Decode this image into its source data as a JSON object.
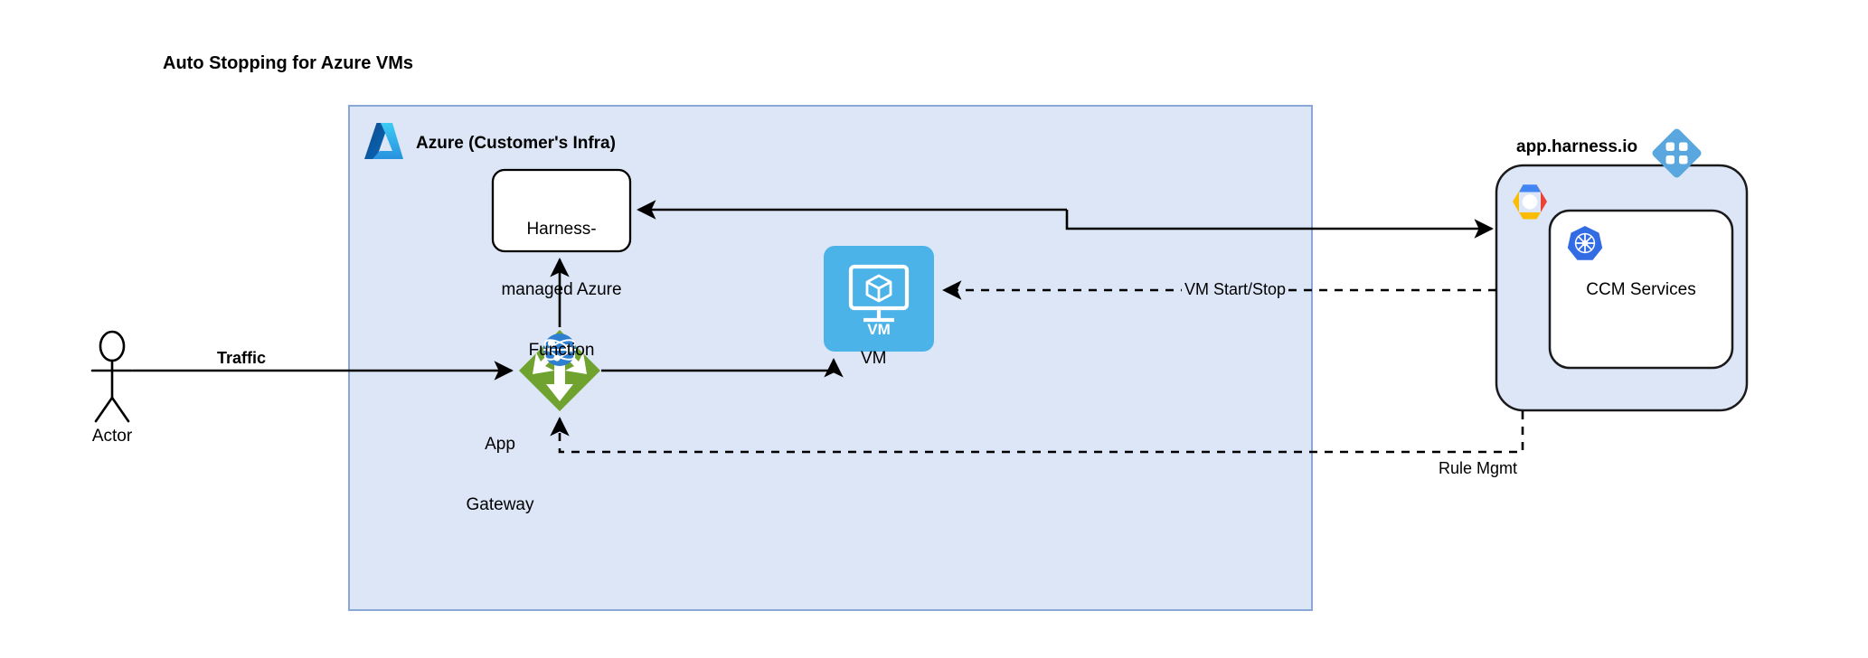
{
  "diagram": {
    "title": "Auto Stopping for Azure VMs",
    "type": "architecture-diagram"
  },
  "groups": {
    "azure": {
      "label": "Azure (Customer's Infra)",
      "icon": "azure-icon",
      "fill": "#dce6f7",
      "stroke": "#8ba7d6"
    },
    "harness": {
      "label": "app.harness.io",
      "icon": "harness-logo-icon",
      "inner_icon": "google-cloud-icon",
      "fill": "#dce6f7",
      "stroke": "#1a1a1a"
    }
  },
  "nodes": {
    "actor": {
      "label": "Actor",
      "icon": "actor-stick-figure-icon"
    },
    "azure_function": {
      "label": "Harness-\nmanaged Azure\nFunction",
      "line1": "Harness-",
      "line2": "managed Azure",
      "line3": "Function"
    },
    "app_gateway": {
      "label": "App\nGateway",
      "line1": "App",
      "line2": "Gateway",
      "icon": "app-gateway-icon",
      "fill": "#6fa22e"
    },
    "vm": {
      "label": "VM",
      "inner_label": "VM",
      "icon": "vm-monitor-icon",
      "fill": "#4cb3e8"
    },
    "ccm_services": {
      "label": "CCM Services",
      "icon": "kubernetes-icon",
      "fill": "#ffffff"
    }
  },
  "edges": [
    {
      "id": "traffic",
      "label": "Traffic",
      "style": "solid",
      "from": "actor",
      "to": "app_gateway",
      "bold": true
    },
    {
      "id": "gateway-to-vm",
      "label": "",
      "style": "solid",
      "from": "app_gateway",
      "to": "vm"
    },
    {
      "id": "gateway-to-function",
      "label": "",
      "style": "solid",
      "from": "app_gateway",
      "to": "azure_function"
    },
    {
      "id": "harness-to-function",
      "label": "",
      "style": "solid",
      "from": "ccm_services",
      "to": "azure_function"
    },
    {
      "id": "function-to-harness",
      "label": "",
      "style": "solid",
      "from": "azure_function",
      "to": "harness"
    },
    {
      "id": "vm-start-stop",
      "label": "VM Start/Stop",
      "style": "dashed",
      "from": "harness",
      "to": "vm"
    },
    {
      "id": "rule-mgmt",
      "label": "Rule Mgmt",
      "style": "dashed",
      "from": "harness",
      "to": "app_gateway"
    }
  ],
  "colors": {
    "azure_blue_dark": "#0f5fa8",
    "azure_blue_light": "#50bdf2",
    "group_fill": "#dce6f7",
    "group_stroke": "#8ba7d6",
    "gateway_green": "#6fa22e",
    "vm_blue": "#4cb3e8",
    "harness_blue": "#59a7de",
    "k8s_blue": "#326ce5",
    "line": "#000000"
  }
}
